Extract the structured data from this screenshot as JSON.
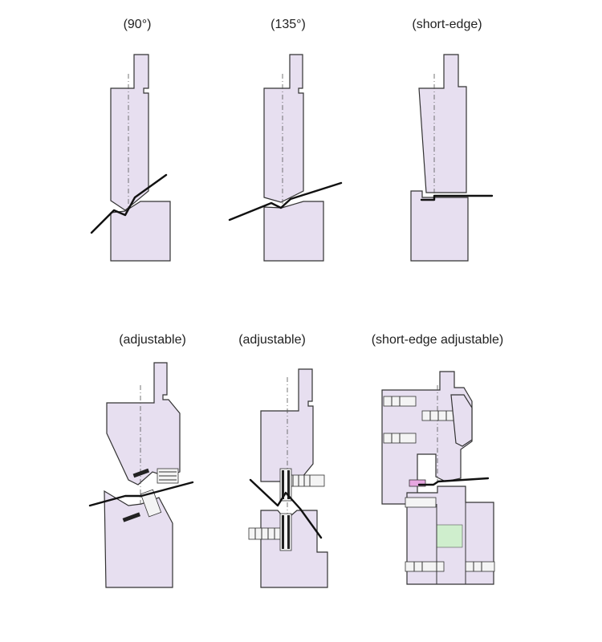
{
  "labels": {
    "tool_90": "(90°)",
    "tool_135": "(135°)",
    "tool_short_edge": "(short-edge)",
    "tool_adjustable_1": "(adjustable)",
    "tool_adjustable_2": "(adjustable)",
    "tool_short_edge_adjustable": "(short-edge adjustable)"
  },
  "colors": {
    "tool_fill": "#e7dff0",
    "outline": "#333333",
    "sheet": "#111111",
    "insert_pink": "#e6a6e0",
    "insert_green": "#cfeecd"
  }
}
